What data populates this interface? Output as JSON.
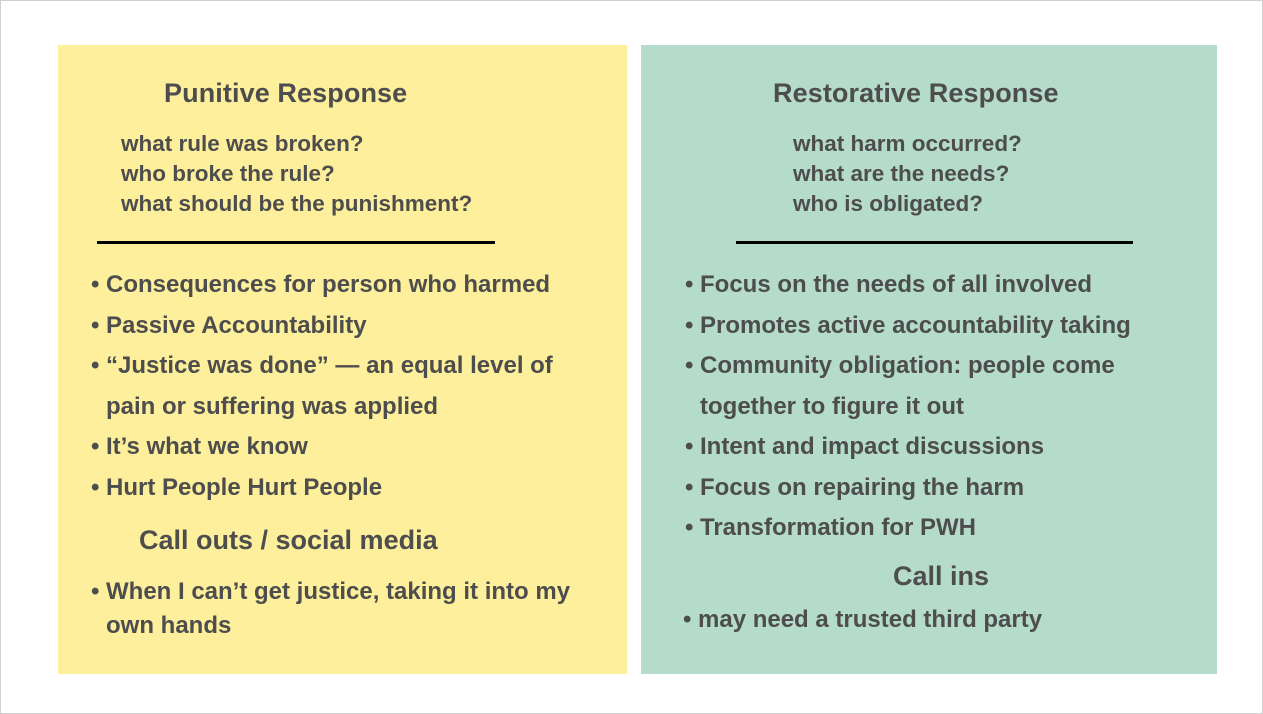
{
  "left": {
    "heading": "Punitive Response",
    "questions": [
      "what rule was broken?",
      "who broke the rule?",
      "what should be the punishment?"
    ],
    "bullets": [
      "Consequences for person who harmed",
      "Passive Accountability",
      "“Justice was done” — an equal level of pain or suffering was applied",
      "It’s what we know",
      "Hurt People Hurt People"
    ],
    "subheading": "Call outs / social media",
    "sub_bullets": [
      "When I can’t get justice, taking it into my own hands"
    ]
  },
  "right": {
    "heading": "Restorative Response",
    "questions": [
      "what harm occurred?",
      "what are the needs?",
      "who is obligated?"
    ],
    "bullets": [
      "Focus on the needs of all involved",
      "Promotes active accountability taking",
      "Community obligation: people come together to figure it out",
      "Intent and impact discussions",
      "Focus on repairing the harm",
      "Transformation for PWH"
    ],
    "subheading": "Call ins",
    "sub_bullets": [
      "may need a trusted third party"
    ]
  },
  "colors": {
    "left_panel": "#fdef9b",
    "right_panel": "#b5dbcb",
    "text": "#4d4d4d",
    "rule": "#000000"
  }
}
